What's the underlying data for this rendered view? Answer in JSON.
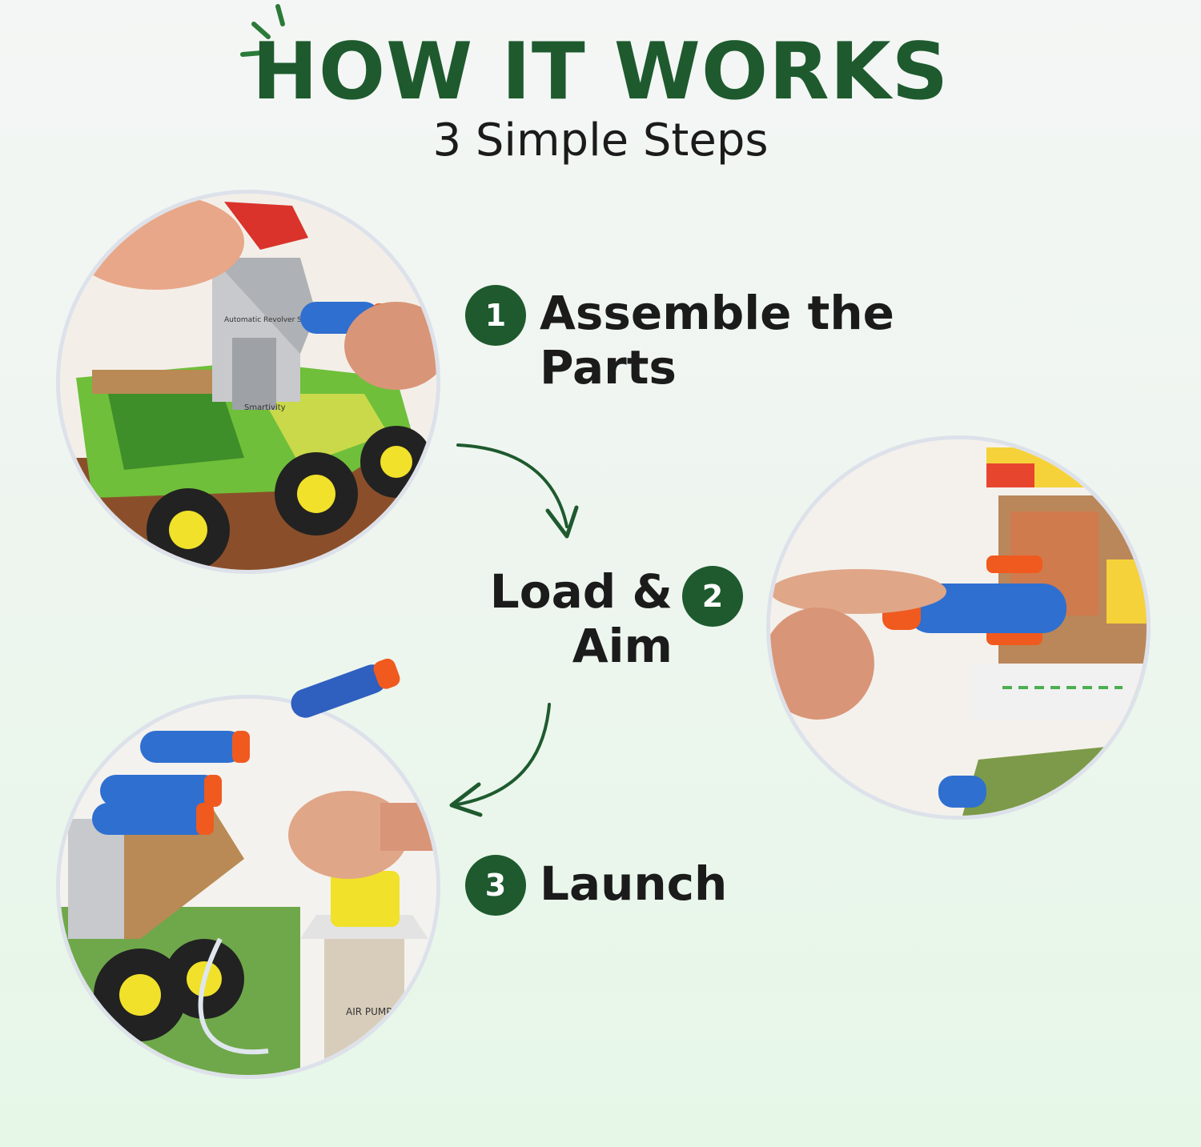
{
  "header": {
    "title": "HOW IT WORKS",
    "subtitle": "3 Simple Steps"
  },
  "steps": [
    {
      "number": "1",
      "label_line1": "Assemble the",
      "label_line2": "Parts"
    },
    {
      "number": "2",
      "label_line1": "Load &",
      "label_line2": "Aim"
    },
    {
      "number": "3",
      "label_line1": "Launch"
    }
  ],
  "photos": {
    "step1": {
      "printed_text": [
        "Automatic Revolver System",
        "Smartivity"
      ]
    },
    "step3": {
      "printed_text": [
        "AIR PUMP"
      ]
    }
  },
  "colors": {
    "brand_green": "#1e5a2e",
    "text_dark": "#1b1b1b",
    "foam_dart_blue": "#2f6fd0",
    "dart_tip_orange": "#f05a1e"
  },
  "icons": [
    "spark-lines-icon",
    "curved-arrow-icon"
  ]
}
